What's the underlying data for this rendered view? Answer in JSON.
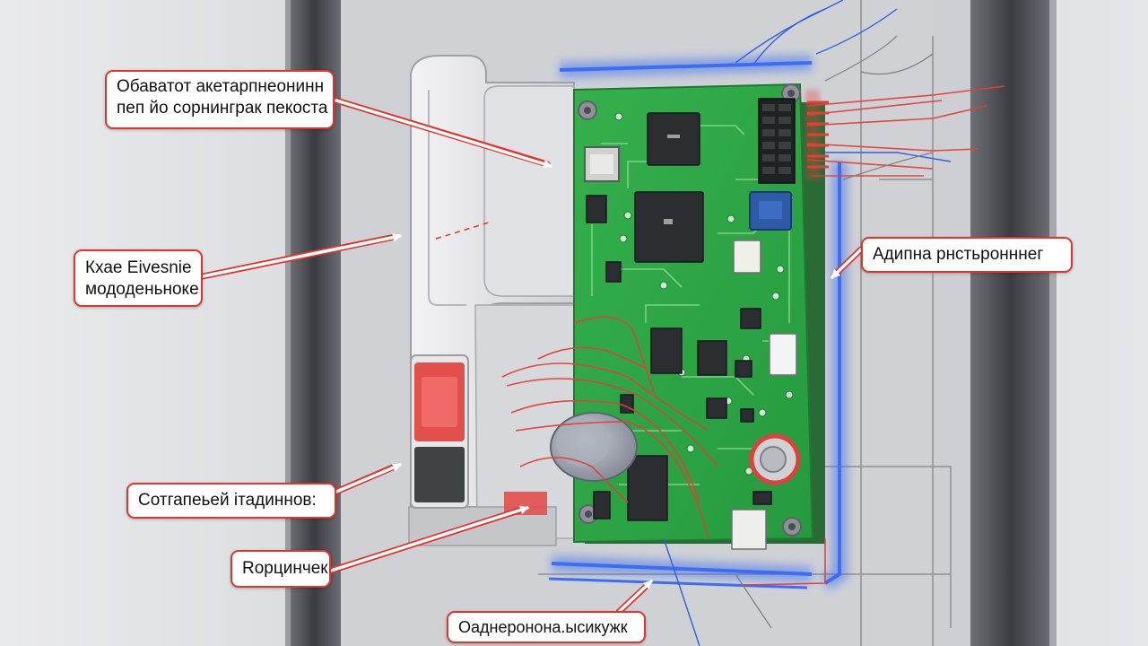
{
  "diagram": {
    "callouts": {
      "top": [
        "Обаватот акетарпнеонинн",
        "пеп йо сорнинграк пекоста"
      ],
      "left": [
        "Кхае Eivesnie",
        "мододеньноке"
      ],
      "right": "Адипна рнстьронннег",
      "mid": "Сотгапеьей ітадиннов:",
      "low": "Rорцинчек",
      "bottom": "Оаднеронона.ысикужк"
    }
  },
  "colors": {
    "pcb_green": "#2fa646",
    "callout_border": "#e0342f",
    "blue_glow": "#2f63f0",
    "red_wire": "#e0403a",
    "red_button": "#e2504e"
  }
}
